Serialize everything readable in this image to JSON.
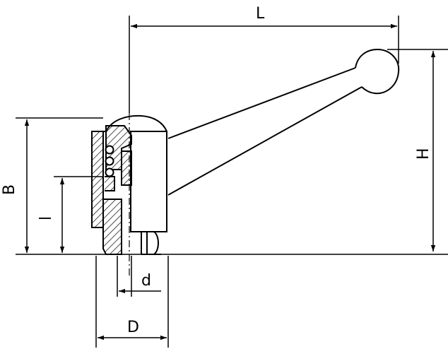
{
  "dimensions": {
    "L": "L",
    "H": "H",
    "B": "B",
    "l": "l",
    "d": "d",
    "D": "D"
  },
  "colors": {
    "ink": "#000000",
    "paper": "#ffffff"
  }
}
